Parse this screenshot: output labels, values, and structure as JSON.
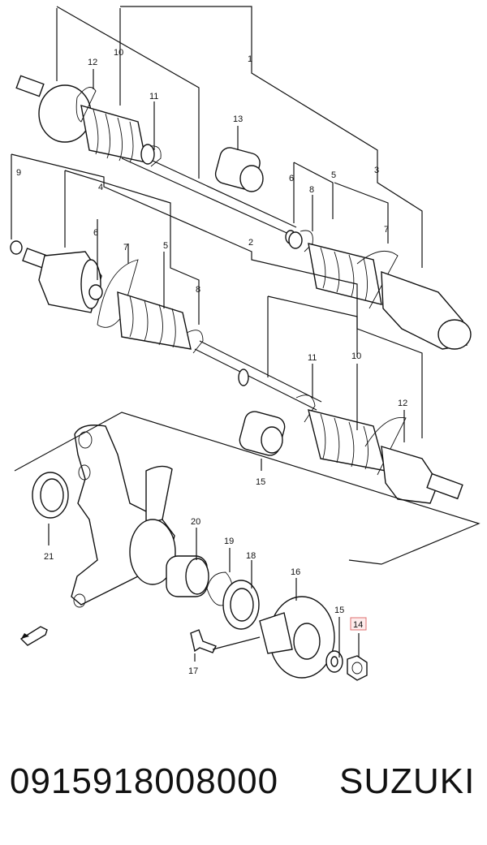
{
  "diagram": {
    "callouts": {
      "c1": "1",
      "c2": "2",
      "c3": "3",
      "c4": "4",
      "c5a": "5",
      "c5b": "5",
      "c6a": "6",
      "c6b": "6",
      "c7a": "7",
      "c7b": "7",
      "c8a": "8",
      "c8b": "8",
      "c9": "9",
      "c10a": "10",
      "c10b": "10",
      "c11a": "11",
      "c11b": "11",
      "c12a": "12",
      "c12b": "12",
      "c13": "13",
      "c14": "14",
      "c15a": "15",
      "c15b": "15",
      "c16": "16",
      "c17": "17",
      "c18": "18",
      "c19": "19",
      "c20": "20",
      "c21": "21"
    },
    "fwd_label": "FWD",
    "highlight_color": "#e07070"
  },
  "footer": {
    "part_number": "0915918008000",
    "brand": "SUZUKI"
  }
}
